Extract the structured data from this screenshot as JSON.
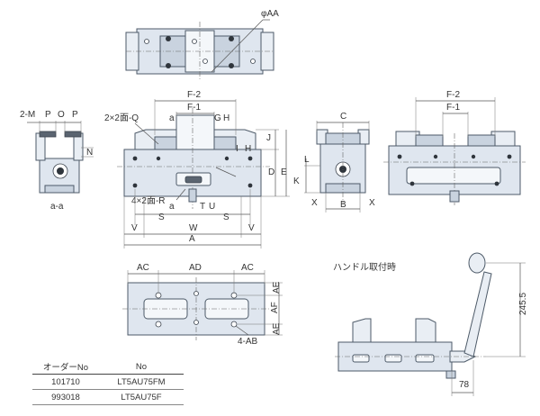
{
  "labels": {
    "phi_aa": "φAA",
    "two_m": "2-M",
    "p": "P",
    "o": "O",
    "n": "N",
    "a_a": "a-a",
    "f2": "F-2",
    "f1": "F-1",
    "two_q": "2×2面-Q",
    "a_small": "a",
    "g": "G",
    "h": "H",
    "j": "J",
    "i": "I",
    "d": "D",
    "e": "E",
    "four_r": "4×2面-R",
    "t": "T",
    "u": "U",
    "s": "S",
    "v": "V",
    "w": "W",
    "a_big": "A",
    "c": "C",
    "l": "L",
    "k": "K",
    "x": "X",
    "b": "B",
    "ac": "AC",
    "ad": "AD",
    "ae": "AE",
    "af": "AF",
    "four_ab": "4-AB",
    "handle_title": "ハンドル取付時",
    "dim_245": "245.5",
    "dim_78": "78"
  },
  "order_table": {
    "headers": [
      "オーダーNo",
      "No"
    ],
    "rows": [
      [
        "101710",
        "LT5AU75FM"
      ],
      [
        "993018",
        "LT5AU75F"
      ]
    ]
  }
}
